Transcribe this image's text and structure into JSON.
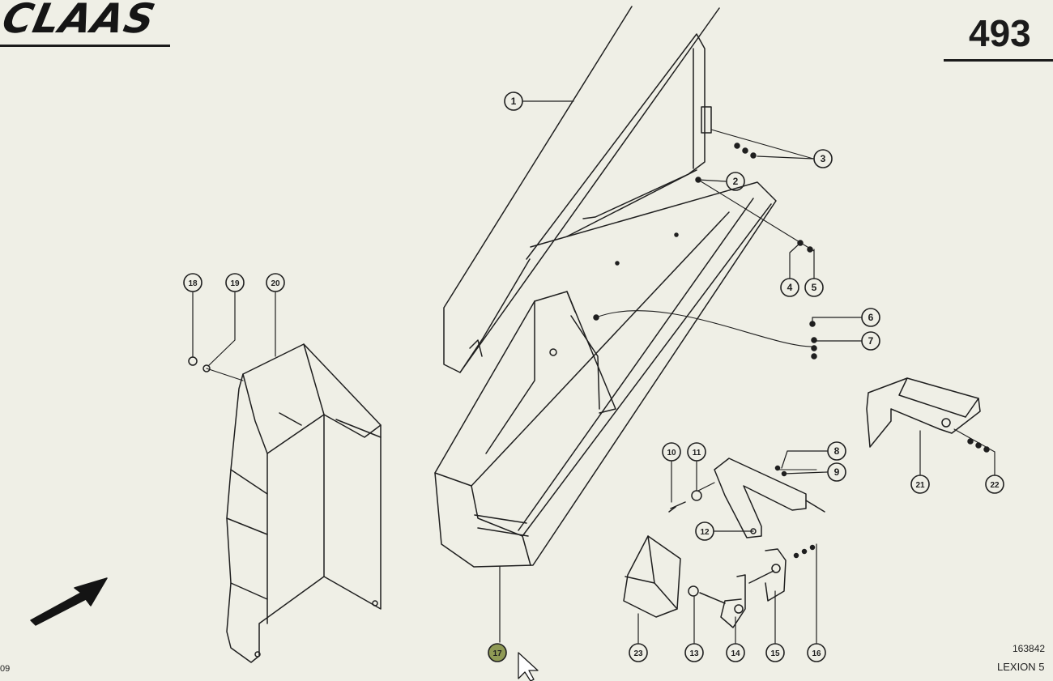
{
  "header": {
    "brand_logo": "CLAAS",
    "page_number": "493"
  },
  "footer": {
    "left_code": "09",
    "drawing_code": "163842",
    "model": "LEXION 5"
  },
  "callouts": [
    "1",
    "2",
    "3",
    "4",
    "5",
    "6",
    "7",
    "8",
    "9",
    "10",
    "11",
    "12",
    "13",
    "14",
    "15",
    "16",
    "17",
    "18",
    "19",
    "20",
    "21",
    "22",
    "23"
  ],
  "colors": {
    "background": "#efefe6",
    "line": "#1f1f1f",
    "highlight": "#8f9a55"
  },
  "icons": [
    "direction-arrow-icon",
    "mouse-cursor-icon"
  ]
}
